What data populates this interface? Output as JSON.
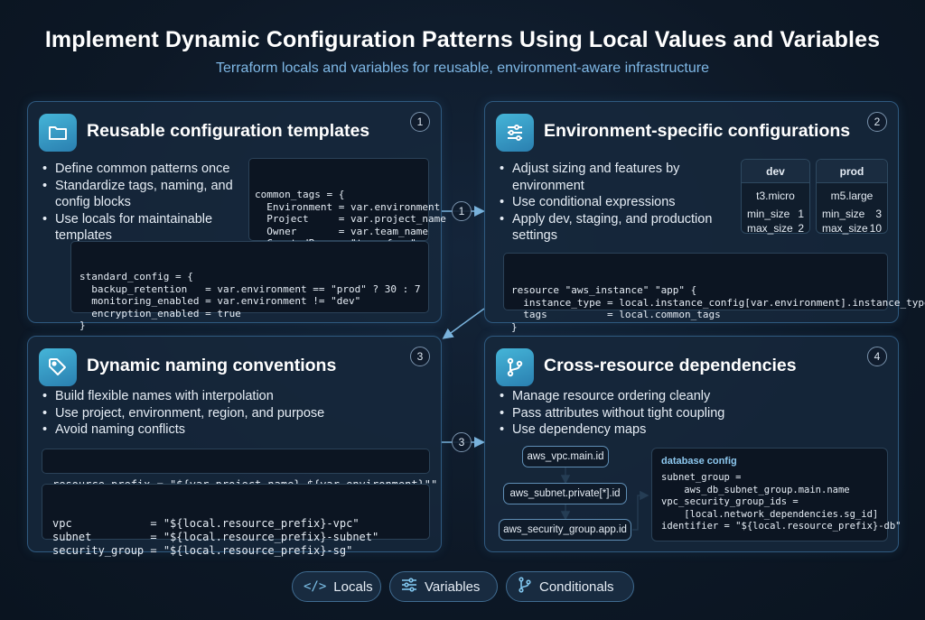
{
  "header": {
    "title": "Implement Dynamic Configuration Patterns Using Local Values and Variables",
    "subtitle": "Terraform locals and variables for reusable, environment-aware infrastructure"
  },
  "cards": [
    {
      "number": "1",
      "title": "Reusable configuration templates",
      "icon": "folder-icon",
      "bullets": [
        "Define common patterns once",
        "Standardize tags, naming, and config blocks",
        "Use locals for maintainable templates"
      ],
      "code_tags": [
        "common_tags = {",
        "  Environment = var.environment",
        "  Project     = var.project_name",
        "  Owner       = var.team_name",
        "  CreatedBy   = \"terraform\"",
        "}"
      ],
      "code_config": [
        "standard_config = {",
        "  backup_retention   = var.environment == \"prod\" ? 30 : 7",
        "  monitoring_enabled = var.environment != \"dev\"",
        "  encryption_enabled = true",
        "}"
      ]
    },
    {
      "number": "2",
      "title": "Environment-specific configurations",
      "icon": "sliders-icon",
      "bullets": [
        "Adjust sizing and features by environment",
        "Use conditional expressions",
        "Apply dev, staging, and production settings"
      ],
      "envs": [
        {
          "name": "dev",
          "instance": "t3.micro",
          "min_label": "min_size",
          "min": "1",
          "max_label": "max_size",
          "max": "2"
        },
        {
          "name": "prod",
          "instance": "m5.large",
          "min_label": "min_size",
          "min": "3",
          "max_label": "max_size",
          "max": "10"
        }
      ],
      "code": [
        "resource \"aws_instance\" \"app\" {",
        "  instance_type = local.instance_config[var.environment].instance_type",
        "  tags          = local.common_tags",
        "}"
      ]
    },
    {
      "number": "3",
      "title": "Dynamic naming conventions",
      "icon": "tag-icon",
      "bullets": [
        "Build flexible names with interpolation",
        "Use project, environment, region, and purpose",
        "Avoid naming conflicts"
      ],
      "prefix": "resource_prefix = \"${var.project_name}-${var.environment}\"\"",
      "names": [
        "vpc            = \"${local.resource_prefix}-vpc\"",
        "subnet         = \"${local.resource_prefix}-subnet\"",
        "security_group = \"${local.resource_prefix}-sg\""
      ]
    },
    {
      "number": "4",
      "title": "Cross-resource dependencies",
      "icon": "git-branch-icon",
      "bullets": [
        "Manage resource ordering cleanly",
        "Pass attributes without tight coupling",
        "Use dependency maps"
      ],
      "flow": [
        "aws_vpc.main.id",
        "aws_subnet.private[*].id",
        "aws_security_group.app.id"
      ],
      "db_title": "database config",
      "db_lines": [
        "subnet_group =",
        "    aws_db_subnet_group.main.name",
        "vpc_security_group_ids =",
        "    [local.network_dependencies.sg_id]",
        "identifier = \"${local.resource_prefix}-db\""
      ]
    }
  ],
  "connectors": [
    "1",
    "3"
  ],
  "footer": [
    {
      "label": "Locals",
      "icon": "code-icon"
    },
    {
      "label": "Variables",
      "icon": "sliders-icon"
    },
    {
      "label": "Conditionals",
      "icon": "git-branch-icon"
    }
  ],
  "colors": {
    "accent": "#45b5d8",
    "border": "#2f5a80",
    "code_var": "#8cc7ee",
    "code_str": "#e6edf5"
  }
}
